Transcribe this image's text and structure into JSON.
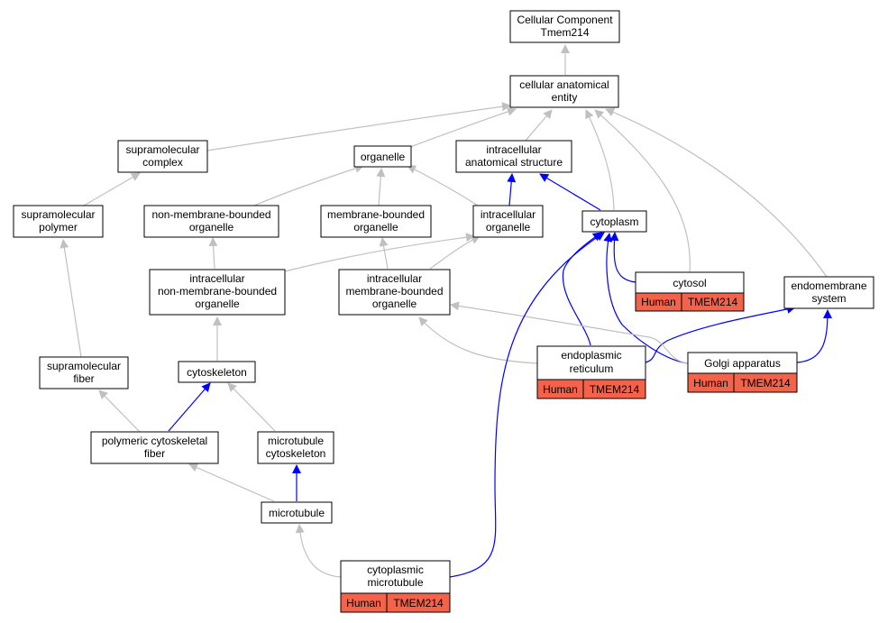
{
  "colors": {
    "edge_gray": "#c0c0c0",
    "edge_blue": "#0000ff",
    "annotation_fill": "#f4624a",
    "node_border": "#000000"
  },
  "nodes": {
    "root": [
      "Cellular Component",
      "Tmem214"
    ],
    "cae": [
      "cellular anatomical",
      "entity"
    ],
    "smc": [
      "supramolecular",
      "complex"
    ],
    "org": [
      "organelle"
    ],
    "ias": [
      "intracellular",
      "anatomical structure"
    ],
    "smp": [
      "supramolecular",
      "polymer"
    ],
    "nmbo": [
      "non-membrane-bounded",
      "organelle"
    ],
    "mbo": [
      "membrane-bounded",
      "organelle"
    ],
    "io": [
      "intracellular",
      "organelle"
    ],
    "cyto": [
      "cytoplasm"
    ],
    "cytosol": [
      "cytosol"
    ],
    "ems": [
      "endomembrane",
      "system"
    ],
    "inmbo": [
      "intracellular",
      "non-membrane-bounded",
      "organelle"
    ],
    "imbo": [
      "intracellular",
      "membrane-bounded",
      "organelle"
    ],
    "er": [
      "endoplasmic",
      "reticulum"
    ],
    "golgi": [
      "Golgi apparatus"
    ],
    "smf": [
      "supramolecular",
      "fiber"
    ],
    "csk": [
      "cytoskeleton"
    ],
    "pcf": [
      "polymeric cytoskeletal",
      "fiber"
    ],
    "mtc": [
      "microtubule",
      "cytoskeleton"
    ],
    "mt": [
      "microtubule"
    ],
    "cmt": [
      "cytoplasmic",
      "microtubule"
    ]
  },
  "annotations": {
    "species": "Human",
    "gene": "TMEM214"
  }
}
